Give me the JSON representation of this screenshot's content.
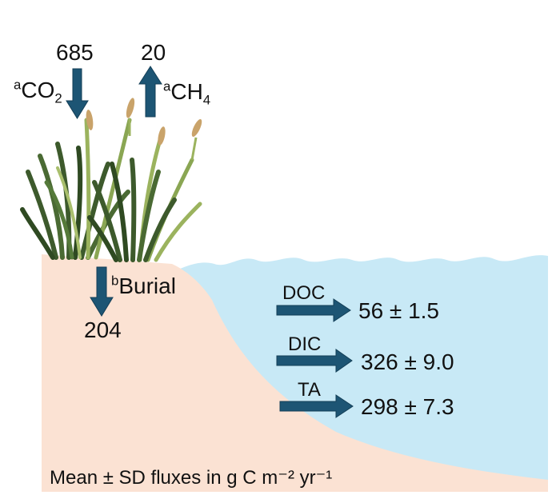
{
  "colors": {
    "sediment": "#fbe2d3",
    "water": "#c8e9f6",
    "arrow": "#1d5574",
    "arrow_edge": "#143f57",
    "grass_dark": "#3d5a2c",
    "grass_mid": "#6f8f45",
    "grass_light": "#9bb35e",
    "seed_head": "#c9a36a",
    "text": "#111111"
  },
  "atmosphere": {
    "co2": {
      "value": "685",
      "superscript": "a",
      "label": "CO",
      "subscript": "2",
      "direction": "down",
      "icon": "arrow-down-icon"
    },
    "ch4": {
      "value": "20",
      "superscript": "a",
      "label": "CH",
      "subscript": "4",
      "direction": "up",
      "icon": "arrow-up-icon"
    }
  },
  "burial": {
    "superscript": "b",
    "label": "Burial",
    "value": "204",
    "direction": "down",
    "icon": "arrow-down-icon"
  },
  "lateral_export": [
    {
      "label": "DOC",
      "value": "56 ± 1.5",
      "direction": "right",
      "icon": "arrow-right-icon"
    },
    {
      "label": "DIC",
      "value": "326 ± 9.0",
      "direction": "right",
      "icon": "arrow-right-icon"
    },
    {
      "label": "TA",
      "value": "298 ± 7.3",
      "direction": "right",
      "icon": "arrow-right-icon"
    }
  ],
  "caption": "Mean ± SD fluxes in g C m⁻² yr⁻¹"
}
